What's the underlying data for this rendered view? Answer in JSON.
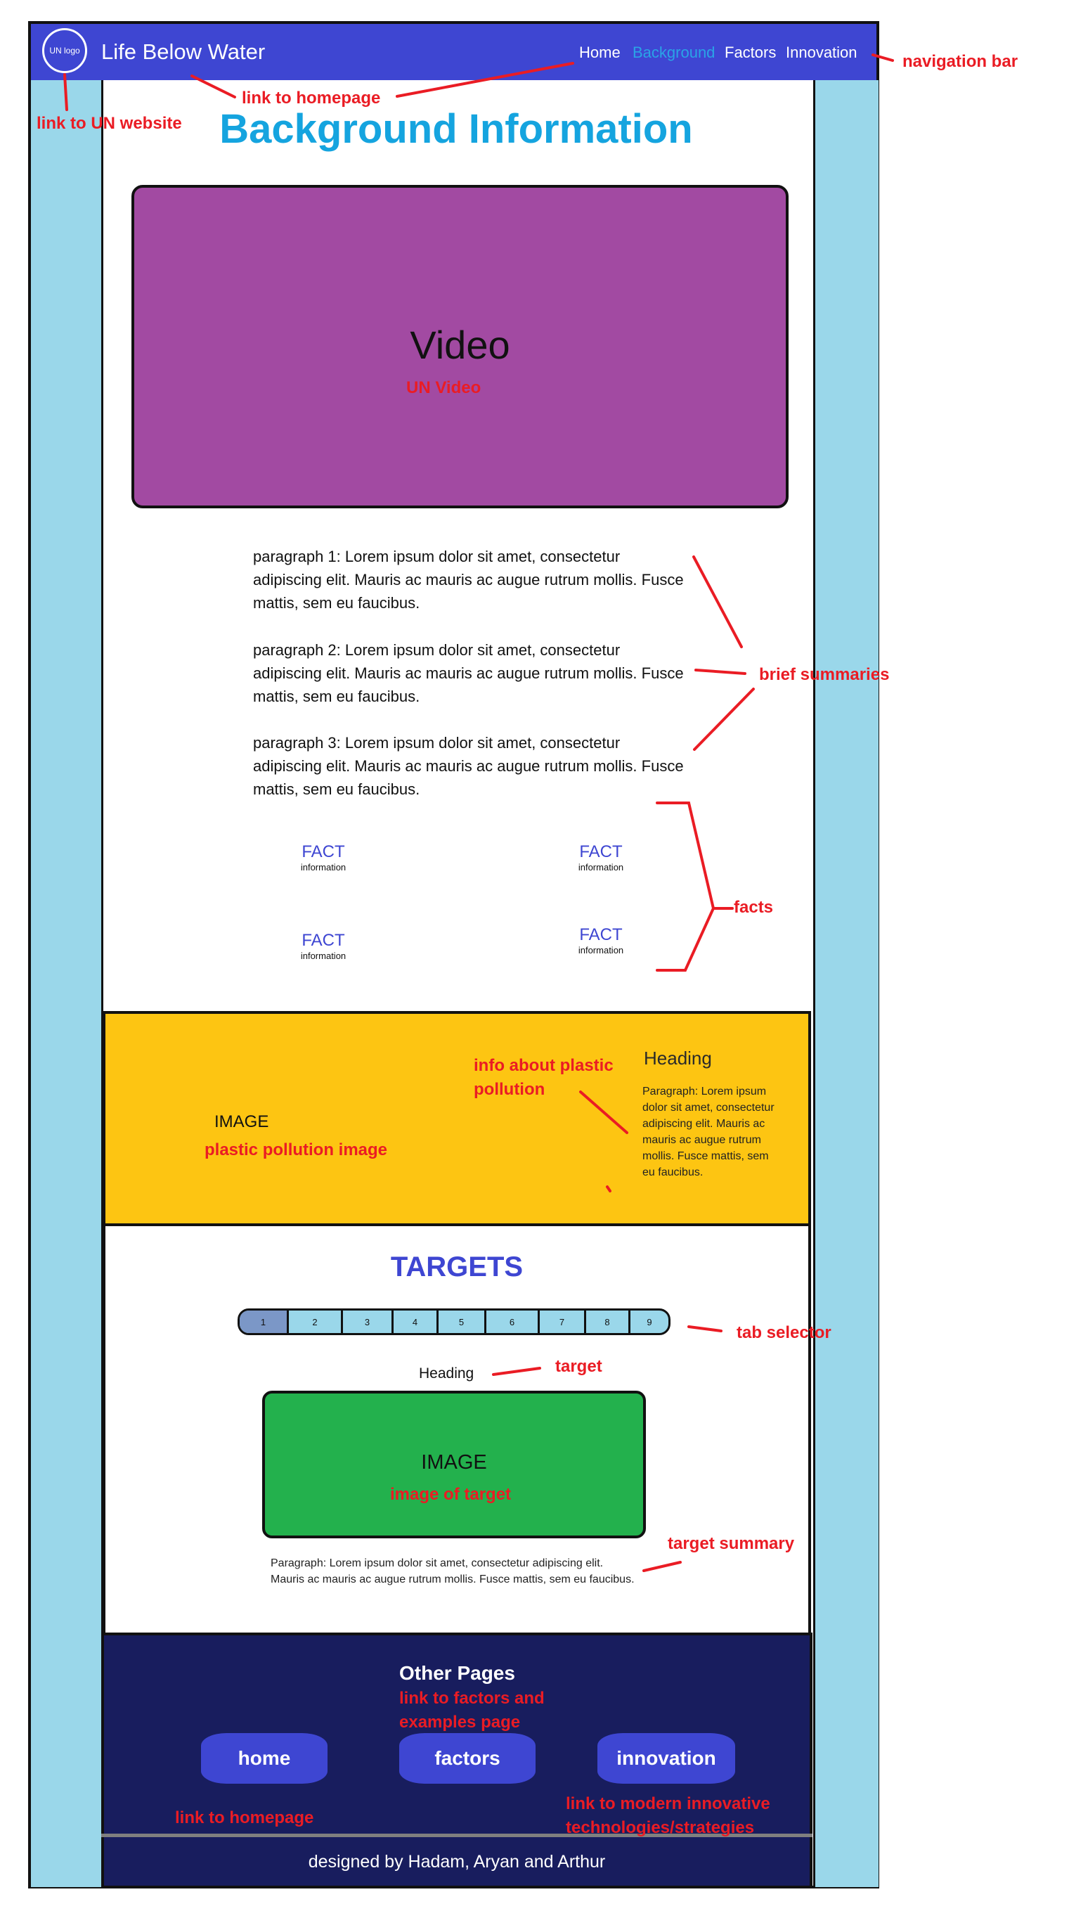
{
  "nav": {
    "logo_text": "UN logo",
    "site_title": "Life Below Water",
    "links": [
      "Home",
      "Background",
      "Factors",
      "Innovation"
    ]
  },
  "main": {
    "page_title": "Background Information",
    "video": {
      "label": "Video",
      "caption": "UN Video"
    },
    "paragraphs": [
      "paragraph 1: Lorem ipsum dolor sit amet, consectetur adipiscing elit. Mauris ac mauris ac augue rutrum mollis. Fusce mattis, sem eu faucibus.",
      "paragraph 2: Lorem ipsum dolor sit amet, consectetur adipiscing elit. Mauris ac mauris ac augue rutrum mollis. Fusce mattis, sem eu faucibus.",
      "paragraph 3: Lorem ipsum dolor sit amet, consectetur adipiscing elit. Mauris ac mauris ac augue rutrum mollis. Fusce mattis, sem eu faucibus."
    ],
    "facts": [
      {
        "title": "FACT",
        "info": "information"
      },
      {
        "title": "FACT",
        "info": "information"
      },
      {
        "title": "FACT",
        "info": "information"
      },
      {
        "title": "FACT",
        "info": "information"
      }
    ]
  },
  "pollution": {
    "image_label": "IMAGE",
    "heading": "Heading",
    "paragraph": "Paragraph: Lorem ipsum dolor sit amet, consectetur adipiscing elit. Mauris ac mauris ac augue rutrum mollis. Fusce mattis, sem eu faucibus."
  },
  "targets": {
    "title": "TARGETS",
    "tabs": [
      "1",
      "2",
      "3",
      "4",
      "5",
      "6",
      "7",
      "8",
      "9"
    ],
    "selected_tab": "1",
    "heading": "Heading",
    "image_label": "IMAGE",
    "paragraph": "Paragraph: Lorem ipsum dolor sit amet, consectetur adipiscing elit. Mauris ac mauris ac augue rutrum mollis. Fusce mattis, sem eu faucibus."
  },
  "footer": {
    "title": "Other Pages",
    "buttons": [
      "home",
      "factors",
      "innovation"
    ],
    "credit": "designed by Hadam, Aryan and Arthur"
  },
  "annotations": {
    "navigation_bar": "navigation bar",
    "link_to_homepage_top": "link to homepage",
    "link_to_un": "link to UN website",
    "un_video": "UN Video",
    "brief_summaries": "brief summaries",
    "facts": "facts",
    "info_plastic_1": "info about plastic",
    "info_plastic_2": "pollution",
    "plastic_image": "plastic pollution image",
    "tab_selector": "tab selector",
    "target": "target",
    "image_of_target": "image of target",
    "target_summary": "target summary",
    "link_factors_1": "link to factors and",
    "link_factors_2": "examples page",
    "link_homepage_bottom": "link to homepage",
    "link_innovation_1": "link to modern innovative",
    "link_innovation_2": "technologies/strategies"
  },
  "colors": {
    "nav_bg": "#3e46d2",
    "side_bg": "#9ad7ea",
    "title_blue": "#15a4df",
    "video_purple": "#a24aa2",
    "pollution_yellow": "#fdc512",
    "target_green": "#23b14d",
    "footer_navy": "#181d5e",
    "annotation_red": "#ea1c24"
  }
}
